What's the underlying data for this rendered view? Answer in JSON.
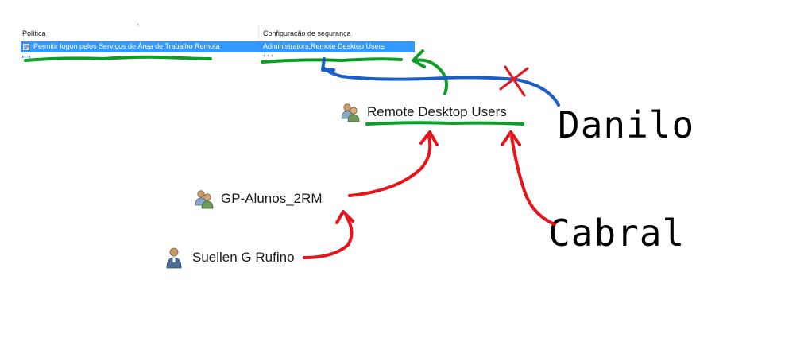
{
  "policy_table": {
    "columns": {
      "policy": "Política",
      "security_setting": "Configuração de segurança"
    },
    "selected_row": {
      "policy": "Permitir logon pelos Serviços de Área de Trabalho Remota",
      "security_setting": "Administrators,Remote Desktop Users",
      "icon": "policy-setting-icon"
    },
    "partial_row_text": "  ,  .  ,",
    "sort_glyph": "^"
  },
  "groups": {
    "remote_desktop_users": {
      "label": "Remote Desktop Users",
      "icon": "user-group-icon"
    },
    "gp_alunos": {
      "label": "GP-Alunos_2RM",
      "icon": "user-group-icon"
    }
  },
  "user": {
    "label": "Suellen G Rufino",
    "icon": "user-icon"
  },
  "annotations": {
    "danilo": "Danilo",
    "cabral": "Cabral",
    "colors": {
      "blue_arrow": "#1a5fc8",
      "green_arrow": "#0f9d2a",
      "red_arrow": "#e8141c",
      "underline_green": "#0f9d2a",
      "cross": "#e8141c"
    }
  },
  "colors": {
    "selection": "#3399ff",
    "text": "#1a1a1a"
  }
}
